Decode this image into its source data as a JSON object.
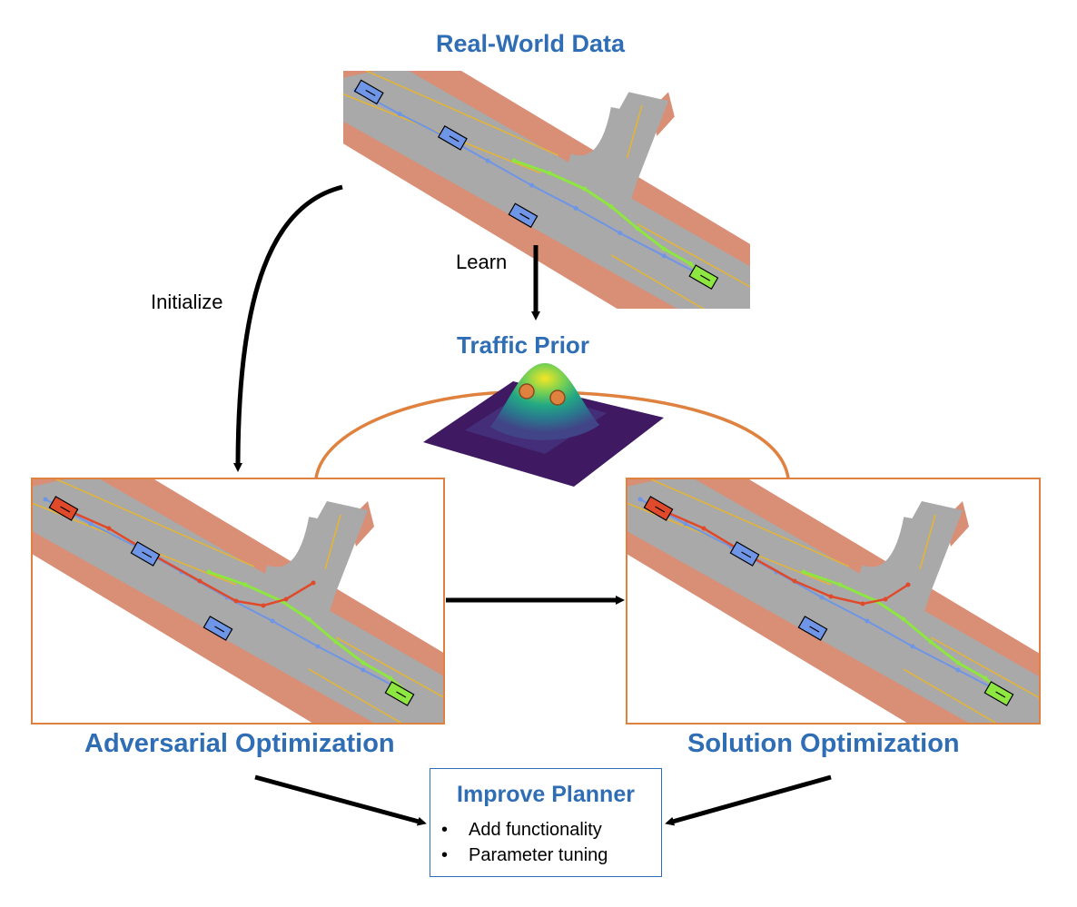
{
  "labels": {
    "real_world_data": "Real-World Data",
    "learn": "Learn",
    "initialize": "Initialize",
    "traffic_prior": "Traffic Prior",
    "adversarial_optimization": "Adversarial Optimization",
    "solution_optimization": "Solution Optimization"
  },
  "planner": {
    "title": "Improve Planner",
    "bullets": [
      "Add functionality",
      "Parameter tuning"
    ],
    "bullet_glyph": "•"
  },
  "colors": {
    "title_blue": "#2f6db5",
    "frame_orange": "#e0823f",
    "road_gray": "#a9a9a9",
    "sidewalk": "#d98e76",
    "lane_yellow": "#e6b531",
    "traj_blue": "#6f95e6",
    "traj_green": "#8ee640",
    "traj_red": "#e04a2a",
    "arrow_black": "#000000"
  }
}
